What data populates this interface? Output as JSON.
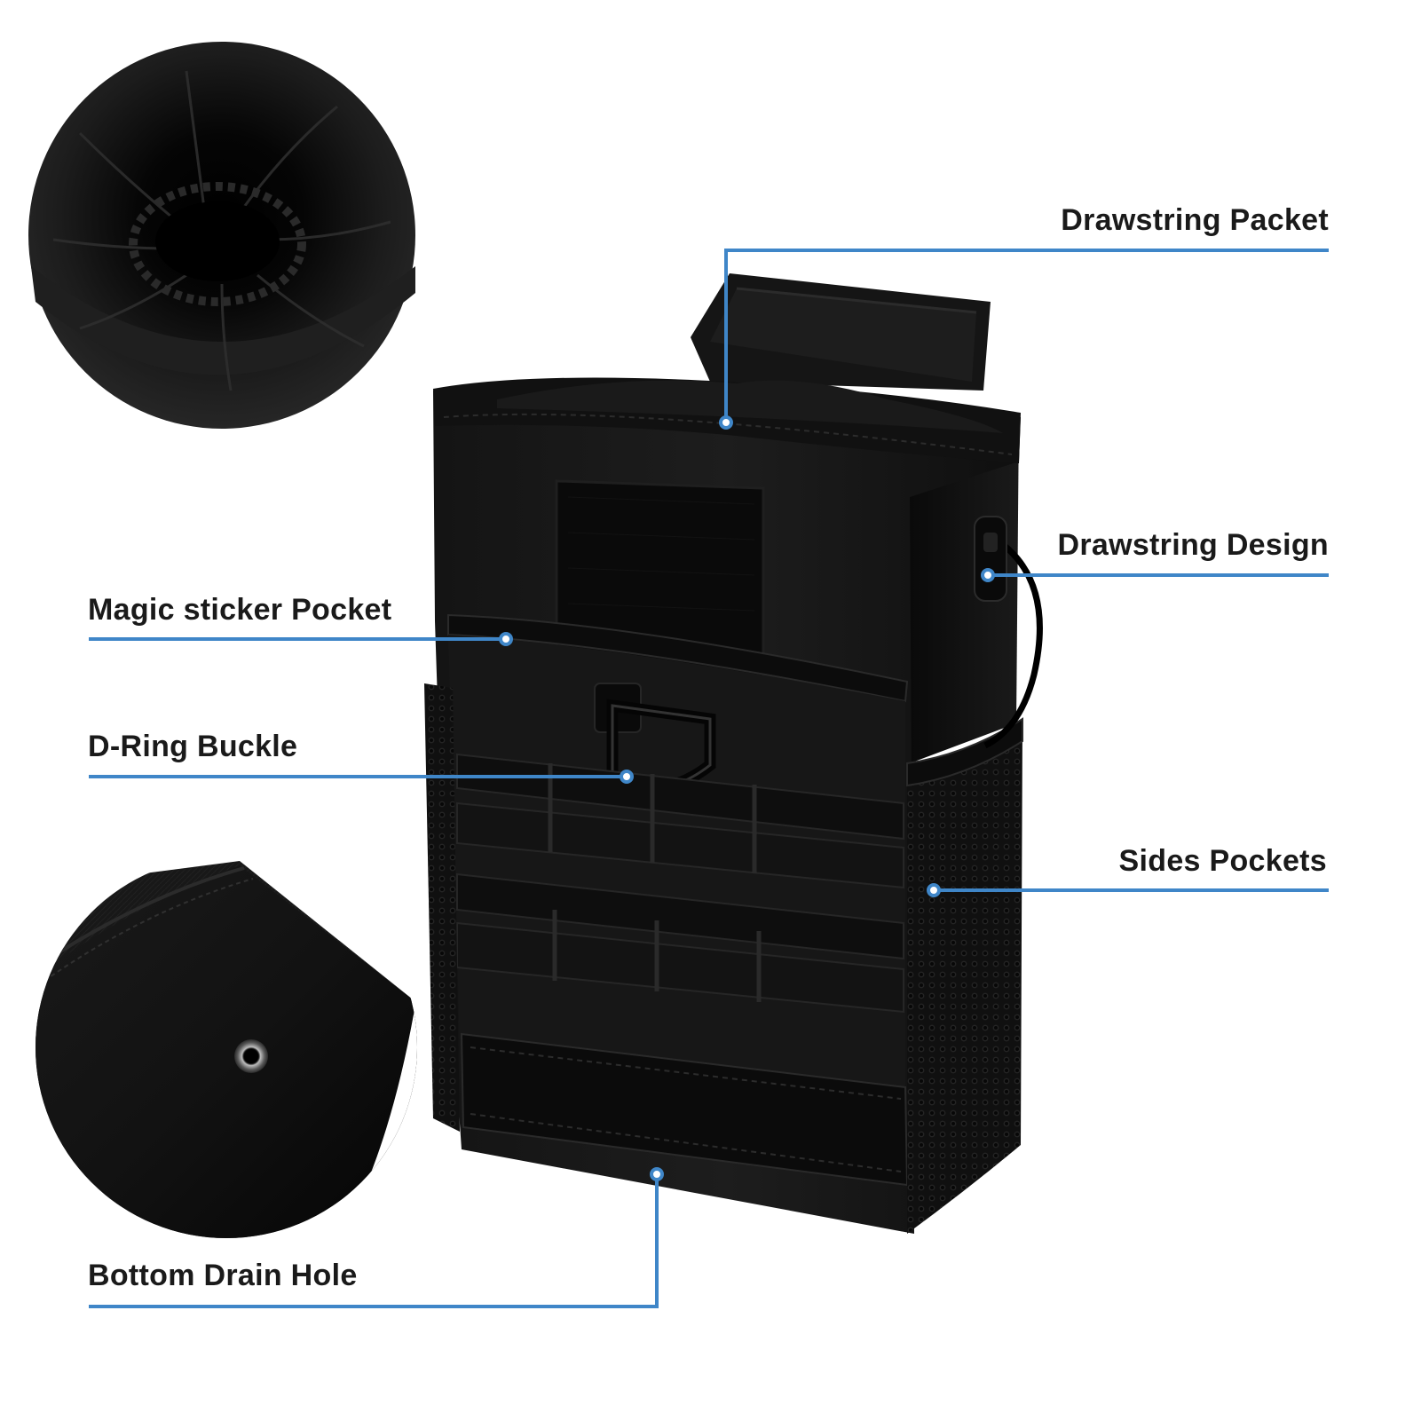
{
  "labels": {
    "drawstring_packet": "Drawstring Packet",
    "drawstring_design": "Drawstring Design",
    "magic_sticker_pocket": "Magic sticker Pocket",
    "d_ring_buckle": "D-Ring Buckle",
    "sides_pockets": "Sides Pockets",
    "bottom_drain_hole": "Bottom Drain Hole"
  },
  "colors": {
    "callout_line": "#3f86c8",
    "background": "#ffffff",
    "text": "#1a1a1a",
    "product": "#0d0d0d"
  }
}
